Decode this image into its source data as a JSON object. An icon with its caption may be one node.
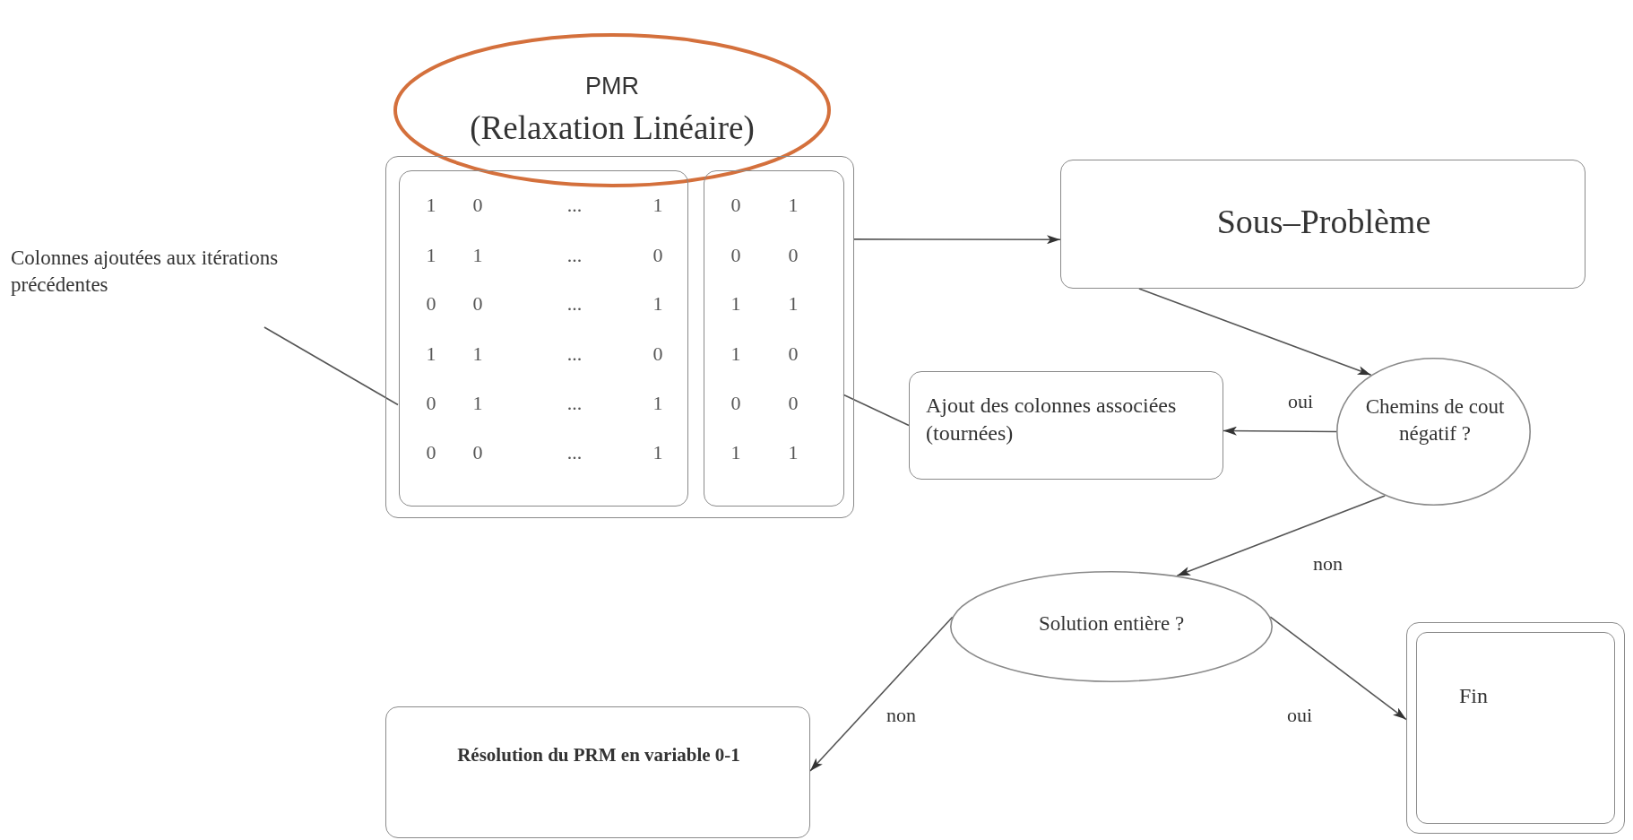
{
  "diagram": {
    "nodes": [
      {
        "text": [
          "PMR",
          "(Relaxation Linéaire)"
        ]
      },
      {
        "text": [
          "Colonnes ajoutées aux itérations précédentes"
        ]
      },
      {
        "text": [],
        "shape": "box"
      },
      {
        "text": [
          "1",
          "0",
          "...",
          "1",
          "1",
          "1",
          "...",
          "0",
          "0",
          "0",
          "...",
          "1",
          "1",
          "1",
          "...",
          "0",
          "0",
          "1",
          "...",
          "1",
          "0",
          "0",
          "...",
          "1"
        ],
        "in": 2
      },
      {
        "text": [
          "0",
          "1",
          "0",
          "0",
          "1",
          "1",
          "1",
          "0",
          "0",
          "0",
          "1",
          "1"
        ],
        "in": 2
      },
      {
        "text": [
          "Sous–Problème"
        ]
      },
      {
        "text": [
          "Ajout des colonnes associées (tournées)"
        ]
      },
      {
        "text": [
          "Chemins de cout négatif ?"
        ]
      },
      {
        "text": [
          "Solution entière ?"
        ]
      },
      {
        "text": [
          "Résolution du PRM en variable 0-1"
        ]
      },
      {
        "text": [
          "Fin"
        ]
      }
    ],
    "edges": [
      {
        "from": 2,
        "to": 5,
        "arrow": "to"
      },
      {
        "from": 5,
        "to": 7,
        "arrow": "to"
      },
      {
        "from": 7,
        "to": 6,
        "arrow": "to",
        "label": "oui"
      },
      {
        "from": 7,
        "to": 8,
        "arrow": "to",
        "label": "non"
      },
      {
        "from": 8,
        "to": 9,
        "arrow": "to",
        "label": "non"
      },
      {
        "from": 8,
        "to": 10,
        "arrow": "to",
        "label": "oui"
      },
      {
        "from": 1,
        "to": 3,
        "arrow": "none"
      },
      {
        "from": 6,
        "to": 4,
        "arrow": "none"
      }
    ]
  }
}
